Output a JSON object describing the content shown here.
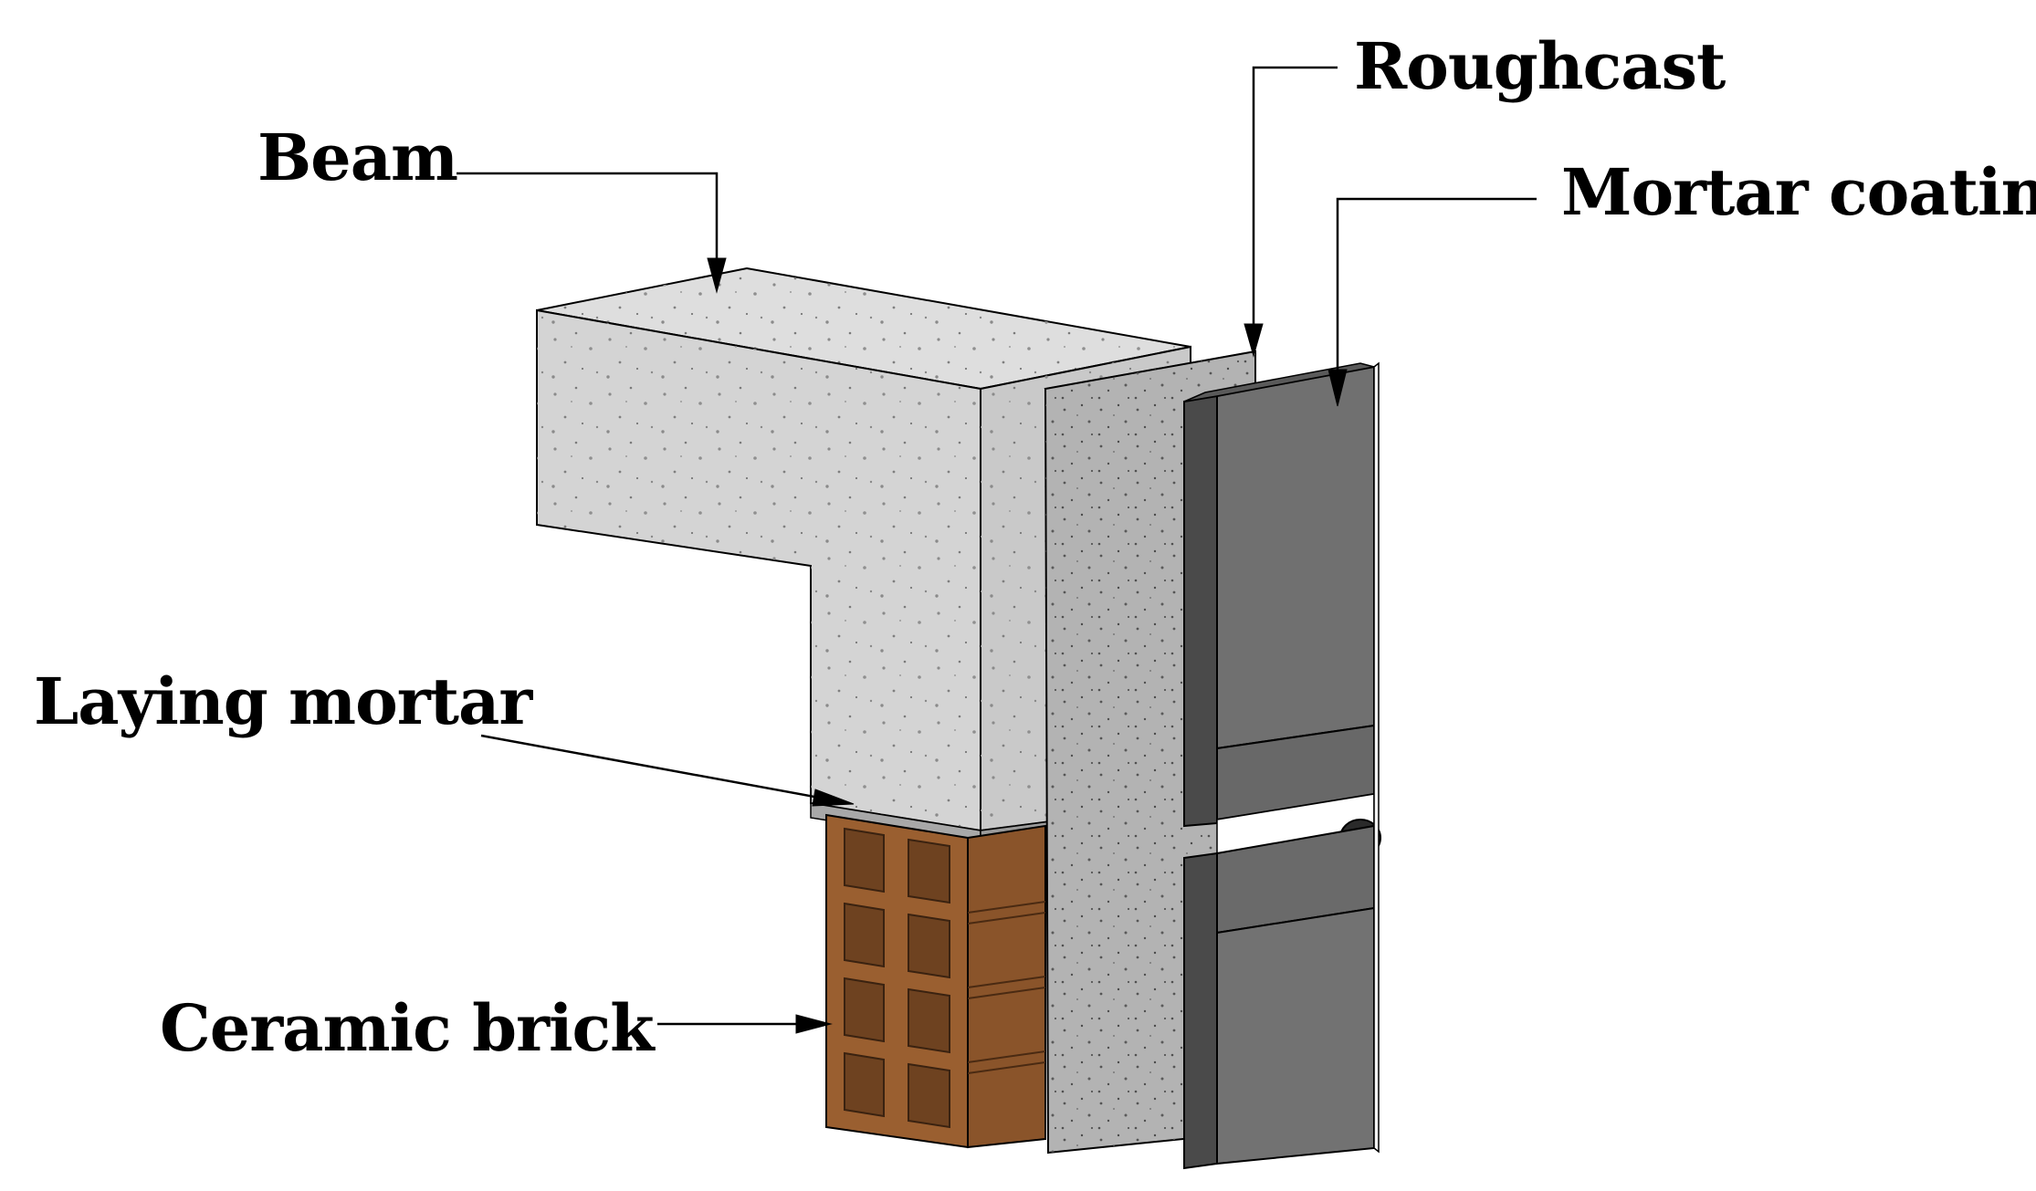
{
  "labels": {
    "beam": "Beam",
    "roughcast": "Roughcast",
    "mortar_coating": "Mortar coating",
    "laying_mortar": "Laying mortar",
    "ceramic_brick": "Ceramic brick"
  },
  "colors": {
    "concrete": "#d3d3d3",
    "concrete_side": "#c8c8c8",
    "roughcast": "#a9a9a9",
    "mortar_coating": "#6b6b6b",
    "brick": "#8b5a2b",
    "laying_mortar": "#9a9a9a",
    "line": "#000000"
  }
}
